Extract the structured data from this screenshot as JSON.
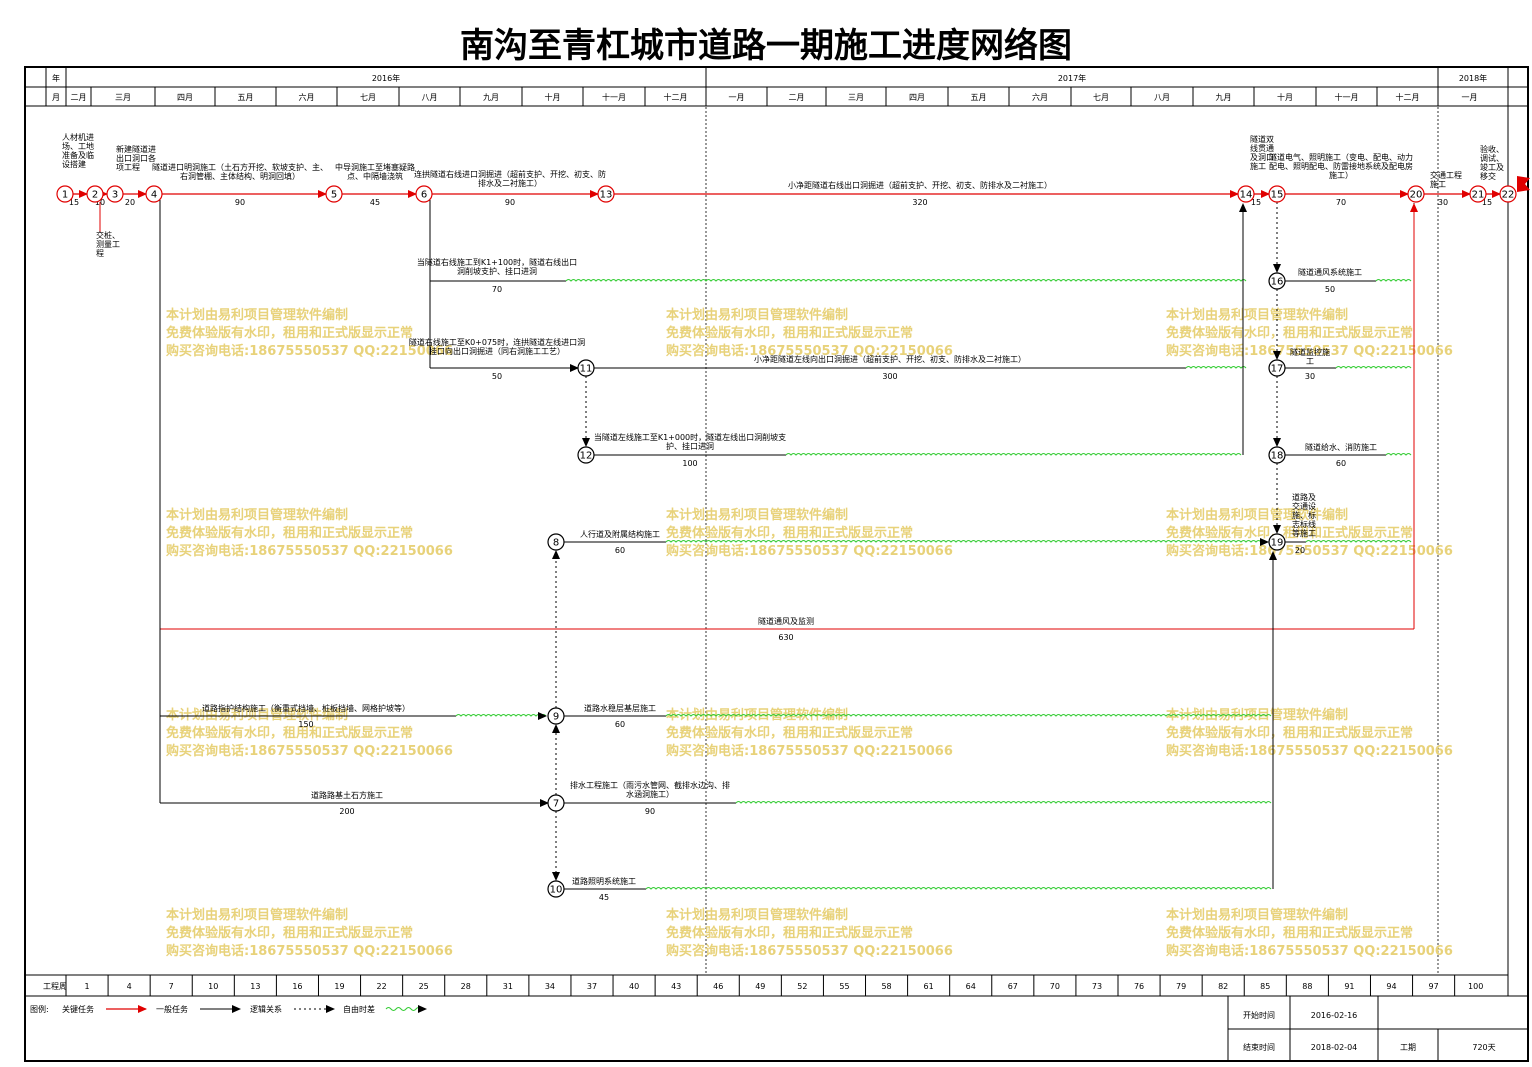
{
  "title": "南沟至青杠城市道路一期施工进度网络图",
  "header": {
    "year_label": "年",
    "month_label": "月",
    "years": [
      "2016年",
      "2017年",
      "2018年"
    ],
    "months": [
      "二月",
      "三月",
      "四月",
      "五月",
      "六月",
      "七月",
      "八月",
      "九月",
      "十月",
      "十一月",
      "十二月",
      "一月",
      "二月",
      "三月",
      "四月",
      "五月",
      "六月",
      "七月",
      "八月",
      "九月",
      "十月",
      "十一月",
      "十二月",
      "一月"
    ]
  },
  "footer": {
    "row_label": "工程周",
    "week_ticks": [
      "1",
      "4",
      "7",
      "10",
      "13",
      "16",
      "19",
      "22",
      "25",
      "28",
      "31",
      "34",
      "37",
      "40",
      "43",
      "46",
      "49",
      "52",
      "55",
      "58",
      "61",
      "64",
      "67",
      "70",
      "73",
      "76",
      "79",
      "82",
      "85",
      "88",
      "91",
      "94",
      "97",
      "100"
    ]
  },
  "legend": {
    "label": "图例:",
    "items": [
      "关键任务",
      "一般任务",
      "逻辑关系",
      "自由时差"
    ]
  },
  "info": {
    "start_label": "开始时间",
    "start_value": "2016-02-16",
    "end_label": "结束时间",
    "end_value": "2018-02-04",
    "duration_label": "工期",
    "duration_value": "720天"
  },
  "watermark": [
    "本计划由易利项目管理软件编制",
    "免费体验版有水印，租用和正式版显示正常",
    "购买咨询电话:18675550537 QQ:22150066"
  ],
  "nodes": [
    "1",
    "2",
    "3",
    "4",
    "5",
    "6",
    "7",
    "8",
    "9",
    "10",
    "11",
    "12",
    "13",
    "14",
    "15",
    "16",
    "17",
    "18",
    "19",
    "20",
    "21",
    "22"
  ],
  "tasks": {
    "t1": {
      "name": "人材机进场、工地准备及临设搭建",
      "dur": "15"
    },
    "t2": {
      "name": "交桩、测量工程",
      "dur": "10"
    },
    "t3": {
      "name": "新建隧道进出口洞口各项工程",
      "dur": "20"
    },
    "t4": {
      "name": "隧道进口明洞施工（土石方开挖、软坡支护、主、右洞管棚、主体结构、明洞回填）",
      "dur": "90"
    },
    "t5": {
      "name": "中导洞施工至堵塞疑路点、中隔墙浇筑",
      "dur": "45"
    },
    "t6": {
      "name": "连拱隧道右线进口洞掘进（超前支护、开挖、初支、防排水及二衬施工）",
      "dur": "90"
    },
    "t7": {
      "name": "小净距隧道右线出口洞掘进（超前支护、开挖、初支、防排水及二衬施工）",
      "dur": "320"
    },
    "t8": {
      "name": "隧道双线贯通及洞口施工",
      "dur": "15"
    },
    "t9": {
      "name": "隧道电气、照明施工（变电、配电、动力配电、照明配电、防雷接地系统及配电房施工）",
      "dur": "70"
    },
    "t10": {
      "name": "交通工程施工",
      "dur": "30"
    },
    "t11": {
      "name": "验收、调试、竣工及移交",
      "dur": "15"
    },
    "t12": {
      "name": "当隧道右线施工到K1+100时，隧道右线出口洞削坡支护、挂口进洞",
      "dur": "70"
    },
    "t13": {
      "name": "隧道通风系统施工",
      "dur": "50"
    },
    "t14": {
      "name": "隧道右线施工至K0+075时，连拱隧道左线进口洞挂口向出口洞掘进（同右洞施工工艺）",
      "dur": "50"
    },
    "t15": {
      "name": "小净距隧道左线向出口洞掘进（超前支护、开挖、初支、防排水及二衬施工）",
      "dur": "300"
    },
    "t16": {
      "name": "隧道监控施工",
      "dur": "30"
    },
    "t17": {
      "name": "当隧道左线施工至K1+000时，隧道左线出口洞削坡支护、挂口进洞",
      "dur": "100"
    },
    "t18": {
      "name": "隧道给水、消防施工",
      "dur": "60"
    },
    "t19": {
      "name": "人行道及附属结构施工",
      "dur": "60"
    },
    "t20": {
      "name": "道路及交通设施、标志标线等施工",
      "dur": "20"
    },
    "t21": {
      "name": "隧道通风及监测",
      "dur": "630"
    },
    "t22": {
      "name": "道路指护结构施工（衡重式挡墙、桩板挡墙、网格护坡等）",
      "dur": "150"
    },
    "t23": {
      "name": "道路水稳层基层施工",
      "dur": "60"
    },
    "t24": {
      "name": "道路路基土石方施工",
      "dur": "200"
    },
    "t25": {
      "name": "排水工程施工（雨污水管网、截排水边沟、排水涵洞施工）",
      "dur": "90"
    },
    "t26": {
      "name": "道路照明系统施工",
      "dur": "45"
    }
  }
}
